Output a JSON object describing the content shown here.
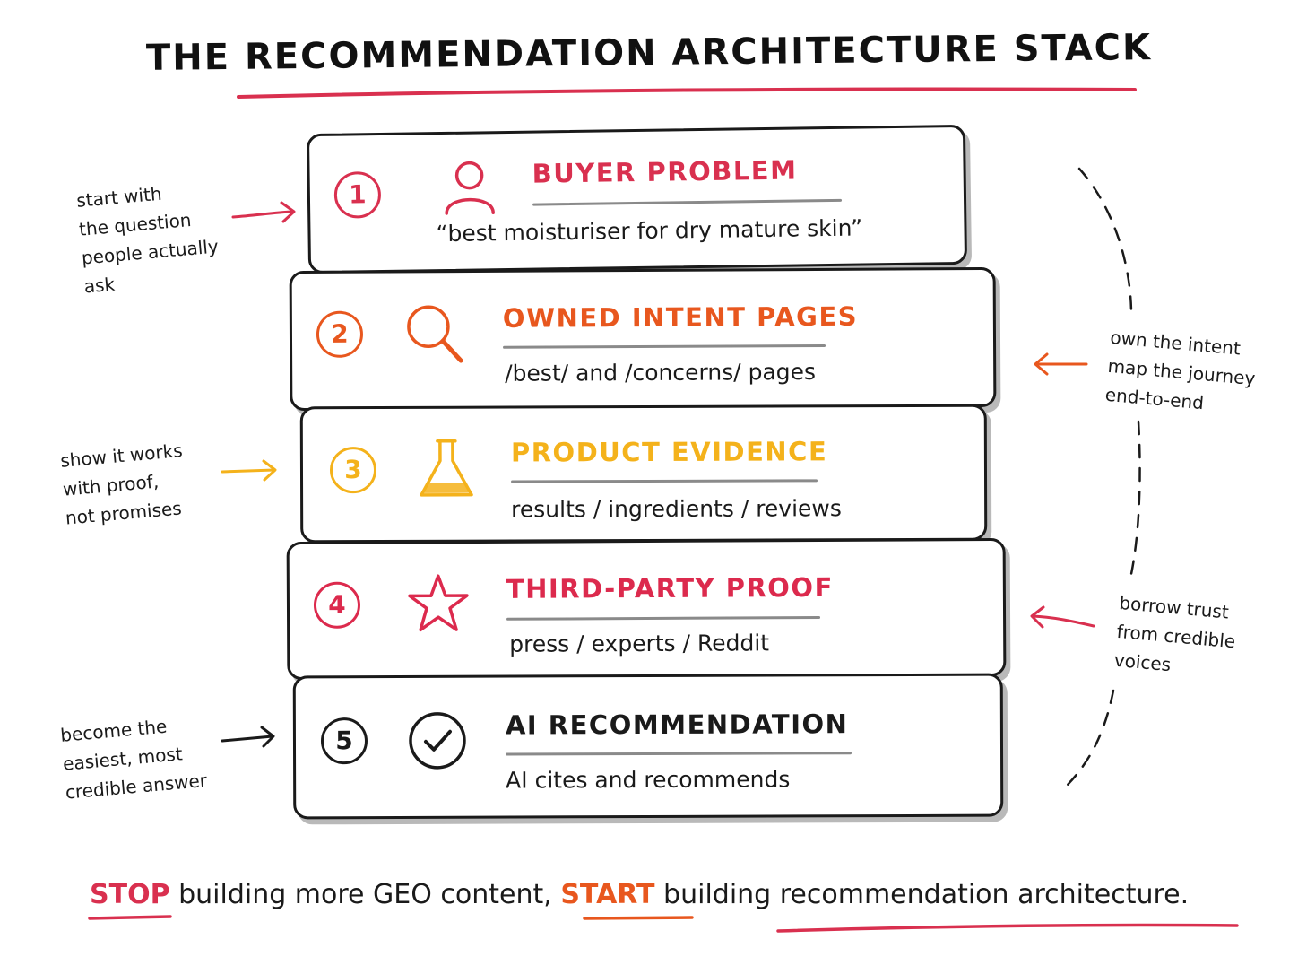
{
  "title": "THE RECOMMENDATION ARCHITECTURE STACK",
  "colors": {
    "red": "#d9304f",
    "orange": "#e8571e",
    "yellow": "#f4b21b",
    "crimson": "#dc2a4d",
    "black": "#1a1a1a"
  },
  "stack": [
    {
      "number": "1",
      "title": "BUYER PROBLEM",
      "subtitle": "“best moisturiser for dry mature skin”",
      "icon": "person-icon"
    },
    {
      "number": "2",
      "title": "OWNED INTENT PAGES",
      "subtitle": "/best/ and /concerns/ pages",
      "icon": "magnifier-icon"
    },
    {
      "number": "3",
      "title": "PRODUCT EVIDENCE",
      "subtitle": "results / ingredients / reviews",
      "icon": "flask-icon"
    },
    {
      "number": "4",
      "title": "THIRD-PARTY PROOF",
      "subtitle": "press / experts / Reddit",
      "icon": "star-icon"
    },
    {
      "number": "5",
      "title": "AI RECOMMENDATION",
      "subtitle": "AI cites and recommends",
      "icon": "checkmark-icon"
    }
  ],
  "notes": {
    "left_1": [
      "start with",
      "the question",
      "people actually",
      "ask"
    ],
    "left_3": [
      "show it works",
      "with proof,",
      "not promises"
    ],
    "left_5": [
      "become the",
      "easiest, most",
      "credible answer"
    ],
    "right_2": [
      "own the intent",
      "map the journey",
      "end-to-end"
    ],
    "right_4": [
      "borrow trust",
      "from credible",
      "voices"
    ]
  },
  "footer": {
    "stop": "STOP",
    "part1": " building more GEO content, ",
    "start": "START",
    "part2": " building recommendation architecture."
  }
}
